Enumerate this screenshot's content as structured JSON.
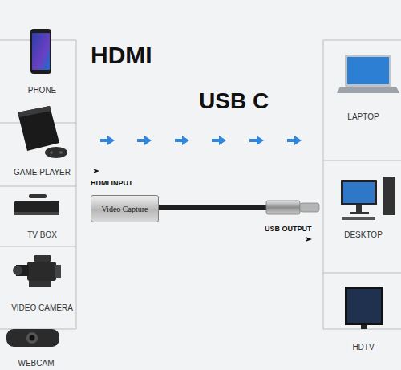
{
  "diagram": {
    "nodes": [
      {
        "text": [
          "PHONE"
        ]
      },
      {
        "text": [
          "GAME PLAYER"
        ]
      },
      {
        "text": [
          "TV BOX"
        ]
      },
      {
        "text": [
          "VIDEO CAMERA"
        ]
      },
      {
        "text": [
          "WEBCAM"
        ]
      },
      {
        "text": [
          "Video Capture"
        ]
      },
      {
        "text": [
          "LAPTOP"
        ]
      },
      {
        "text": [
          "DESKTOP"
        ]
      },
      {
        "text": [
          "HDTV"
        ]
      }
    ],
    "labels": [
      "HDMI",
      "USB C",
      "HDMI INPUT",
      "USB OUTPUT"
    ]
  }
}
